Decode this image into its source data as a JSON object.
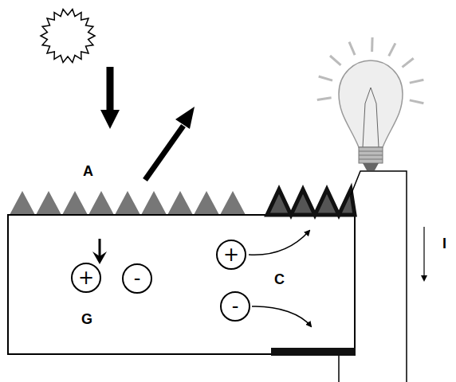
{
  "diagram": {
    "nodes": [
      {
        "text": [
          "+"
        ]
      },
      {
        "text": [
          "-"
        ]
      },
      {
        "text": [
          "+"
        ]
      },
      {
        "text": [
          "-"
        ]
      }
    ],
    "labels": [
      "A",
      "G",
      "C",
      "I"
    ]
  }
}
